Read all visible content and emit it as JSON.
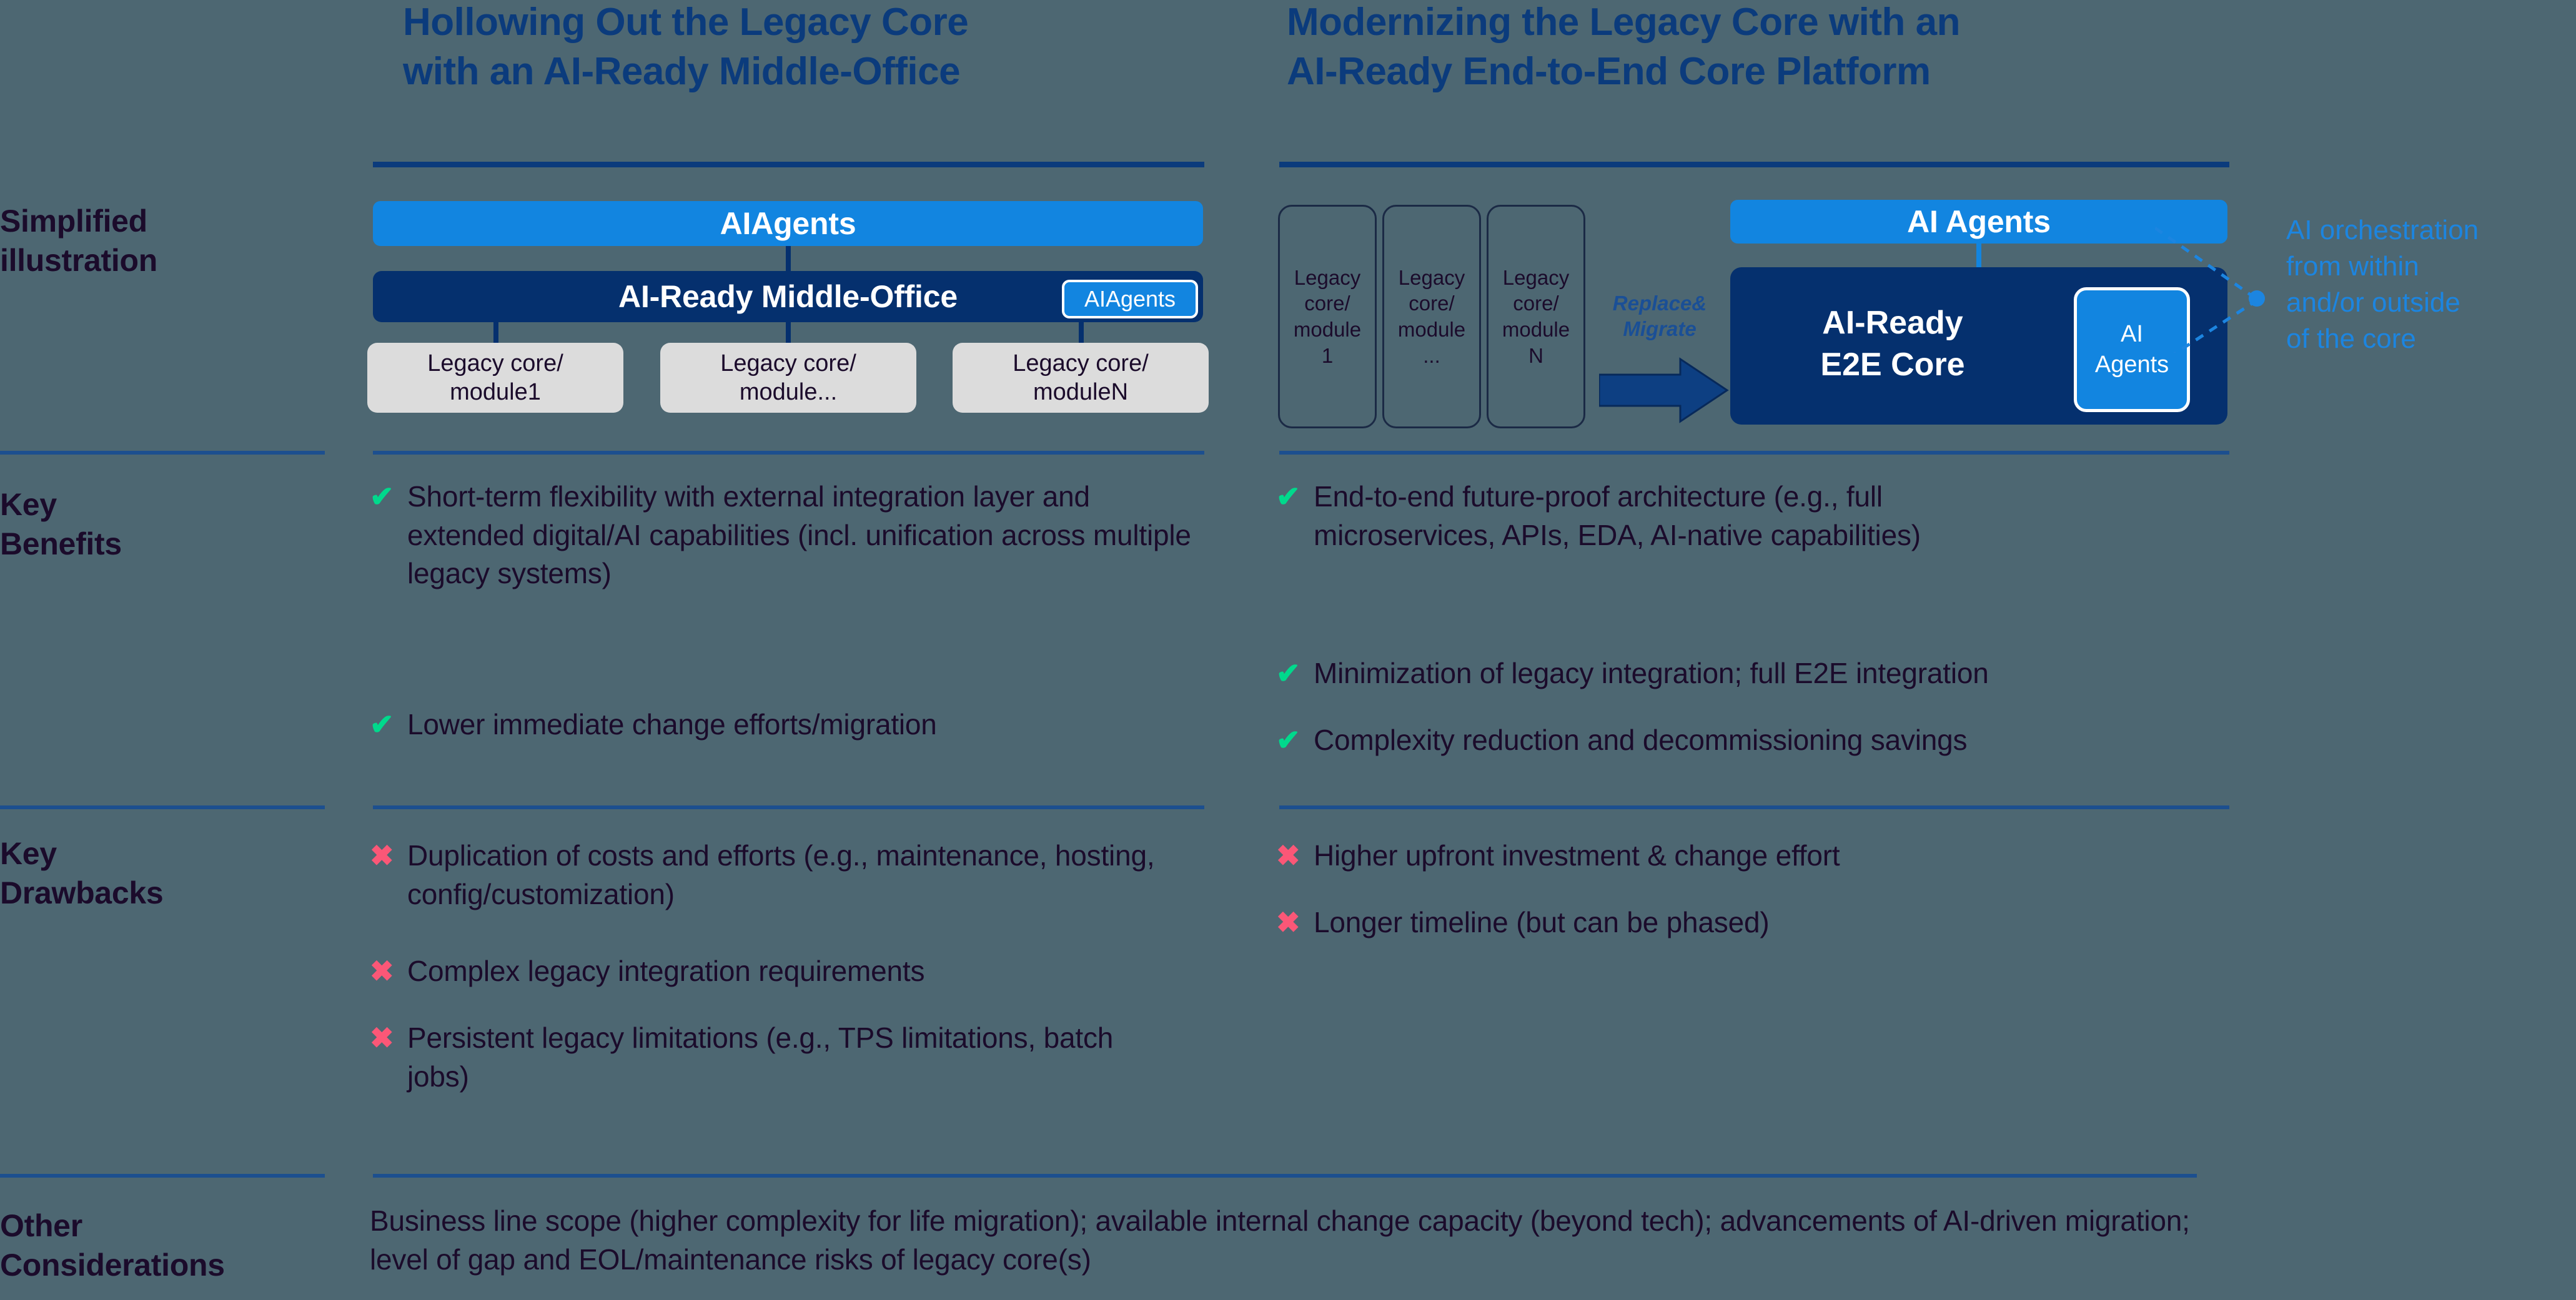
{
  "colors": {
    "background": "#4d6772",
    "header_blue": "#0b3b7c",
    "divider_blue": "#1c4f8f",
    "accent_blue": "#1285e0",
    "core_navy": "#05306e",
    "check_green": "#00d98c",
    "cross_pink": "#fb5777",
    "label_dark": "#1b0b2b",
    "annotation_blue": "#1c85e0"
  },
  "columns": [
    {
      "title_line1": "Hollowing Out the Legacy Core",
      "title_line2": "with an AI-Ready Middle-Office"
    },
    {
      "title_line1": "Modernizing the Legacy Core with an",
      "title_line2": "AI-Ready End-to-End Core Platform"
    }
  ],
  "row_labels": [
    {
      "line1": "Simplified",
      "line2": "illustration"
    },
    {
      "line1": "Key",
      "line2": "Benefits"
    },
    {
      "line1": "Key",
      "line2": "Drawbacks"
    },
    {
      "line1": "Other",
      "line2": "Considerations"
    }
  ],
  "diagram_left": {
    "top_bar": "AIAgents",
    "middle_office": "AI-Ready Middle-Office",
    "middle_office_badge": "AIAgents",
    "legacy_boxes": [
      {
        "line1": "Legacy core/",
        "line2": "module1"
      },
      {
        "line1": "Legacy core/",
        "line2": "module..."
      },
      {
        "line1": "Legacy core/",
        "line2": "moduleN"
      }
    ]
  },
  "diagram_right": {
    "legacy_boxes": [
      {
        "line1": "Legacy",
        "line2": "core/",
        "line3": "module",
        "line4": "1"
      },
      {
        "line1": "Legacy",
        "line2": "core/",
        "line3": "module",
        "line4": "..."
      },
      {
        "line1": "Legacy",
        "line2": "core/",
        "line3": "module",
        "line4": "N"
      }
    ],
    "arrow_label_line1": "Replace&",
    "arrow_label_line2": "Migrate",
    "top_bar": "AI Agents",
    "core_line1": "AI-Ready",
    "core_line2": "E2E Core",
    "core_badge_line1": "AI",
    "core_badge_line2": "Agents",
    "annotation_line1": "AI orchestration",
    "annotation_line2": "from within",
    "annotation_line3": "and/or outside",
    "annotation_line4": "of the core"
  },
  "benefits": {
    "left": [
      "Short-term flexibility with external integration layer and extended digital/AI capabilities (incl. unification across multiple legacy systems)",
      "Lower immediate change efforts/migration"
    ],
    "right": [
      "End-to-end future-proof architecture (e.g., full microservices, APIs, EDA,  AI-native capabilities)",
      "Minimization of legacy integration; full E2E integration",
      "Complexity reduction and decommissioning savings"
    ]
  },
  "drawbacks": {
    "left": [
      "Duplication of costs and efforts (e.g., maintenance, hosting, config/customization)",
      "Complex legacy integration requirements",
      "Persistent legacy limitations (e.g., TPS limitations, batch jobs)"
    ],
    "right": [
      "Higher upfront investment & change effort",
      "Longer timeline (but can be phased)"
    ]
  },
  "other_considerations": {
    "text": "Business line scope (higher complexity for life migration); available internal change capacity (beyond tech); advancements of AI-driven migration; level of gap and EOL/maintenance risks of legacy core(s)"
  },
  "marks": {
    "check": "✔",
    "cross": "✖"
  }
}
